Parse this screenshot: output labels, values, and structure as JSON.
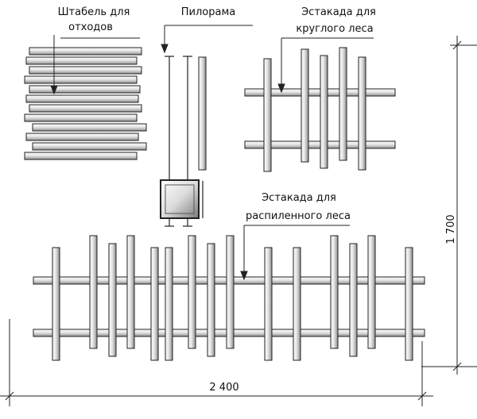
{
  "labels": {
    "waste_stack_line1": "Штабель для",
    "waste_stack_line2": "отходов",
    "sawmill": "Пилорама",
    "round_trestle_line1": "Эстакада для",
    "round_trestle_line2": "круглого леса",
    "sawn_trestle_line1": "Эстакада для",
    "sawn_trestle_line2": "распиленного леса"
  },
  "dimensions": {
    "width": "2 400",
    "height": "1 700"
  },
  "colors": {
    "stroke": "#222222",
    "log_fill_light": "#f2f2f2",
    "log_fill_dark": "#9a9a9a"
  }
}
